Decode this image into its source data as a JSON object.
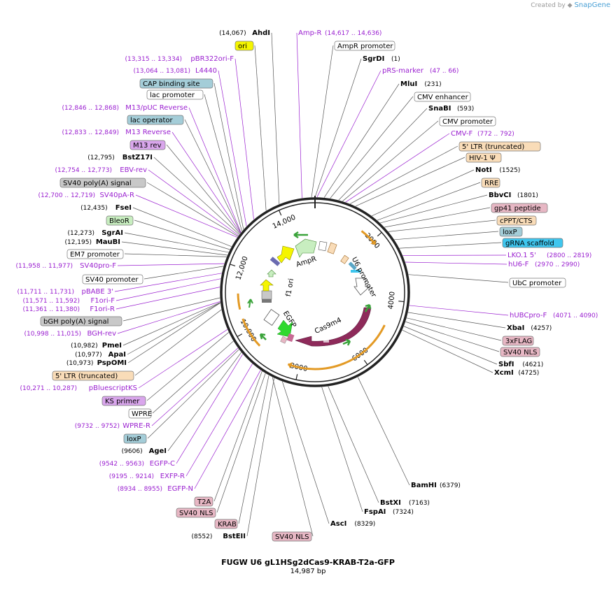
{
  "credit": {
    "prefix": "Created by",
    "brand": "SnapGene"
  },
  "plasmid": {
    "name": "FUGW U6 gL1HSg2dCas9-KRAB-T2a-GFP",
    "length_label": "14,987 bp",
    "length": 14987
  },
  "ticks": [
    {
      "label": "2000",
      "pos": 2000
    },
    {
      "label": "4000",
      "pos": 4000
    },
    {
      "label": "6000",
      "pos": 6000
    },
    {
      "label": "8000",
      "pos": 8000
    },
    {
      "label": "10,000",
      "pos": 10000
    },
    {
      "label": "12,000",
      "pos": 12000
    },
    {
      "label": "14,000",
      "pos": 14000
    }
  ],
  "colors": {
    "primer": "#9a1fd0",
    "ring": "#222222",
    "cas9": "#8e2a5a",
    "orange": "#e39a25",
    "egfp": "#2fd92f",
    "ori": "#f5f500"
  },
  "inner_features": [
    {
      "name": "AmpR",
      "label": "AmpR"
    },
    {
      "name": "u6-promoter",
      "label": "U6 promoter"
    },
    {
      "name": "cas9m4",
      "label": "Cas9m4"
    },
    {
      "name": "egfp",
      "label": "EGFP"
    },
    {
      "name": "f1-ori",
      "label": "f1 ori"
    }
  ],
  "right_labels": [
    {
      "kind": "primer",
      "text": "Amp-R",
      "pos": "(14,617 .. 14,636)"
    },
    {
      "kind": "feature",
      "text": "AmpR promoter",
      "fill": "#ffffff",
      "pos": ""
    },
    {
      "kind": "enzyme",
      "text": "SgrDI",
      "pos": "(1)"
    },
    {
      "kind": "primer",
      "text": "pRS-marker",
      "pos": "(47 .. 66)"
    },
    {
      "kind": "enzyme",
      "text": "MluI",
      "pos": "(231)"
    },
    {
      "kind": "feature",
      "text": "CMV enhancer",
      "fill": "#ffffff",
      "pos": ""
    },
    {
      "kind": "enzyme",
      "text": "SnaBI",
      "pos": "(593)"
    },
    {
      "kind": "feature",
      "text": "CMV promoter",
      "fill": "#ffffff",
      "pos": ""
    },
    {
      "kind": "primer",
      "text": "CMV-F",
      "pos": "(772 .. 792)"
    },
    {
      "kind": "feature",
      "text": "5' LTR (truncated)",
      "fill": "#f9dcb8",
      "pos": ""
    },
    {
      "kind": "feature",
      "text": "HIV-1 Ψ",
      "fill": "#f9dcb8",
      "pos": ""
    },
    {
      "kind": "enzyme",
      "text": "NotI",
      "pos": "(1525)"
    },
    {
      "kind": "feature",
      "text": "RRE",
      "fill": "#f9dcb8",
      "pos": ""
    },
    {
      "kind": "enzyme",
      "text": "BbvCI",
      "pos": "(1801)"
    },
    {
      "kind": "feature",
      "text": "gp41 peptide",
      "fill": "#e7b7c4",
      "pos": ""
    },
    {
      "kind": "feature",
      "text": "cPPT/CTS",
      "fill": "#f9dcb8",
      "pos": ""
    },
    {
      "kind": "feature",
      "text": "loxP",
      "fill": "#a4cdd8",
      "pos": ""
    },
    {
      "kind": "feature",
      "text": "gRNA scaffold",
      "fill": "#3fc6ee",
      "pos": ""
    },
    {
      "kind": "primer",
      "text": "LKO.1 5'",
      "pos": "(2800 .. 2819)"
    },
    {
      "kind": "primer",
      "text": "hU6-F",
      "pos": "(2970 .. 2990)"
    },
    {
      "kind": "feature",
      "text": "UbC promoter",
      "fill": "#ffffff",
      "pos": ""
    },
    {
      "kind": "primer",
      "text": "hUBCpro-F",
      "pos": "(4071 .. 4090)"
    },
    {
      "kind": "enzyme",
      "text": "XbaI",
      "pos": "(4257)"
    },
    {
      "kind": "feature",
      "text": "3xFLAG",
      "fill": "#e7b7c4",
      "pos": ""
    },
    {
      "kind": "feature",
      "text": "SV40 NLS",
      "fill": "#e7b7c4",
      "pos": ""
    },
    {
      "kind": "enzyme",
      "text": "SbfI",
      "pos": "(4621)"
    },
    {
      "kind": "enzyme",
      "text": "XcmI",
      "pos": "(4725)"
    },
    {
      "kind": "enzyme",
      "text": "BamHI",
      "pos": "(6379)"
    },
    {
      "kind": "enzyme",
      "text": "BstXI",
      "pos": "(7163)"
    },
    {
      "kind": "enzyme",
      "text": "FspAI",
      "pos": "(7324)"
    },
    {
      "kind": "enzyme",
      "text": "AscI",
      "pos": "(8329)"
    }
  ],
  "left_labels": [
    {
      "kind": "enzyme",
      "text": "AhdI",
      "pos": "(14,067)"
    },
    {
      "kind": "feature",
      "text": "ori",
      "fill": "#f5f500",
      "pos": ""
    },
    {
      "kind": "primer",
      "text": "pBR322ori-F",
      "pos": "(13,315 .. 13,334)"
    },
    {
      "kind": "primer",
      "text": "L4440",
      "pos": "(13,064 .. 13,081)"
    },
    {
      "kind": "feature",
      "text": "CAP binding site",
      "fill": "#a4cdd8",
      "pos": ""
    },
    {
      "kind": "feature",
      "text": "lac promoter",
      "fill": "#ffffff",
      "pos": ""
    },
    {
      "kind": "primer",
      "text": "M13/pUC Reverse",
      "pos": "(12,846 .. 12,868)"
    },
    {
      "kind": "feature",
      "text": "lac operator",
      "fill": "#a4cdd8",
      "pos": ""
    },
    {
      "kind": "primer",
      "text": "M13 Reverse",
      "pos": "(12,833 .. 12,849)"
    },
    {
      "kind": "feature",
      "text": "M13 rev",
      "fill": "#d9a6ec",
      "pos": ""
    },
    {
      "kind": "enzyme",
      "text": "BstZ17I",
      "pos": "(12,795)"
    },
    {
      "kind": "primer",
      "text": "EBV-rev",
      "pos": "(12,754 .. 12,773)"
    },
    {
      "kind": "feature",
      "text": "SV40 poly(A) signal",
      "fill": "#c8c8c8",
      "pos": ""
    },
    {
      "kind": "primer",
      "text": "SV40pA-R",
      "pos": "(12,700 .. 12,719)"
    },
    {
      "kind": "enzyme",
      "text": "FseI",
      "pos": "(12,435)"
    },
    {
      "kind": "feature",
      "text": "BleoR",
      "fill": "#c8eec0",
      "pos": ""
    },
    {
      "kind": "enzyme",
      "text": "SgrAI",
      "pos": "(12,273)"
    },
    {
      "kind": "enzyme",
      "text": "MauBI",
      "pos": "(12,195)"
    },
    {
      "kind": "feature",
      "text": "EM7 promoter",
      "fill": "#ffffff",
      "pos": ""
    },
    {
      "kind": "primer",
      "text": "SV40pro-F",
      "pos": "(11,958 .. 11,977)"
    },
    {
      "kind": "feature",
      "text": "SV40 promoter",
      "fill": "#ffffff",
      "pos": ""
    },
    {
      "kind": "primer",
      "text": "pBABE 3'",
      "pos": "(11,711 .. 11,731)"
    },
    {
      "kind": "primer",
      "text": "F1ori-F",
      "pos": "(11,571 .. 11,592)"
    },
    {
      "kind": "primer",
      "text": "F1ori-R",
      "pos": "(11,361 .. 11,380)"
    },
    {
      "kind": "feature",
      "text": "bGH poly(A) signal",
      "fill": "#c8c8c8",
      "pos": ""
    },
    {
      "kind": "primer",
      "text": "BGH-rev",
      "pos": "(10,998 .. 11,015)"
    },
    {
      "kind": "enzyme",
      "text": "PmeI",
      "pos": "(10,982)"
    },
    {
      "kind": "enzyme",
      "text": "ApaI",
      "pos": "(10,977)"
    },
    {
      "kind": "enzyme",
      "text": "PspOMI",
      "pos": "(10,973)"
    },
    {
      "kind": "feature",
      "text": "5' LTR (truncated)",
      "fill": "#f9dcb8",
      "pos": ""
    },
    {
      "kind": "primer",
      "text": "pBluescriptKS",
      "pos": "(10,271 .. 10,287)"
    },
    {
      "kind": "feature",
      "text": "KS primer",
      "fill": "#d9a6ec",
      "pos": ""
    },
    {
      "kind": "feature",
      "text": "WPRE",
      "fill": "#ffffff",
      "pos": ""
    },
    {
      "kind": "primer",
      "text": "WPRE-R",
      "pos": "(9732 .. 9752)"
    },
    {
      "kind": "feature",
      "text": "loxP",
      "fill": "#a4cdd8",
      "pos": ""
    },
    {
      "kind": "enzyme",
      "text": "AgeI",
      "pos": "(9606)"
    },
    {
      "kind": "primer",
      "text": "EGFP-C",
      "pos": "(9542 .. 9563)"
    },
    {
      "kind": "primer",
      "text": "EXFP-R",
      "pos": "(9195 .. 9214)"
    },
    {
      "kind": "primer",
      "text": "EGFP-N",
      "pos": "(8934 .. 8955)"
    },
    {
      "kind": "feature",
      "text": "T2A",
      "fill": "#e7b7c4",
      "pos": ""
    },
    {
      "kind": "feature",
      "text": "SV40 NLS",
      "fill": "#e7b7c4",
      "pos": ""
    },
    {
      "kind": "feature",
      "text": "KRAB",
      "fill": "#e7b7c4",
      "pos": ""
    },
    {
      "kind": "enzyme",
      "text": "BstEII",
      "pos": "(8552)"
    },
    {
      "kind": "feature",
      "text": "SV40 NLS",
      "fill": "#e7b7c4",
      "pos": ""
    }
  ]
}
